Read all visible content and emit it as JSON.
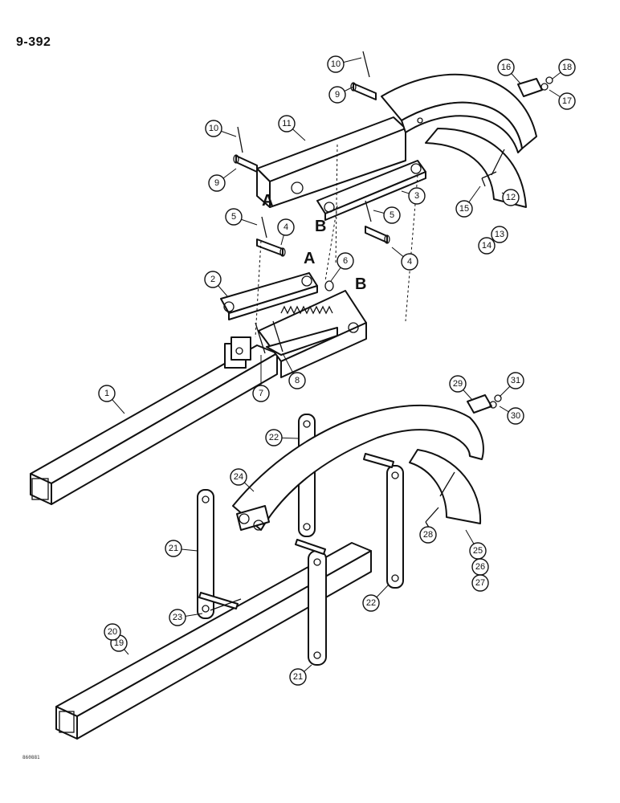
{
  "page_number": "9-392",
  "drawing_code": "860881",
  "letters": [
    "A",
    "A",
    "B",
    "B"
  ],
  "callouts": [
    {
      "id": "c1",
      "label": "1"
    },
    {
      "id": "c2",
      "label": "2"
    },
    {
      "id": "c3",
      "label": "3"
    },
    {
      "id": "c4a",
      "label": "4"
    },
    {
      "id": "c4b",
      "label": "4"
    },
    {
      "id": "c5a",
      "label": "5"
    },
    {
      "id": "c5b",
      "label": "5"
    },
    {
      "id": "c6",
      "label": "6"
    },
    {
      "id": "c7",
      "label": "7"
    },
    {
      "id": "c8",
      "label": "8"
    },
    {
      "id": "c9a",
      "label": "9"
    },
    {
      "id": "c9b",
      "label": "9"
    },
    {
      "id": "c10a",
      "label": "10"
    },
    {
      "id": "c10b",
      "label": "10"
    },
    {
      "id": "c11",
      "label": "11"
    },
    {
      "id": "c12",
      "label": "12"
    },
    {
      "id": "c13",
      "label": "13"
    },
    {
      "id": "c14",
      "label": "14"
    },
    {
      "id": "c15",
      "label": "15"
    },
    {
      "id": "c16",
      "label": "16"
    },
    {
      "id": "c17",
      "label": "17"
    },
    {
      "id": "c18",
      "label": "18"
    },
    {
      "id": "c19",
      "label": "19"
    },
    {
      "id": "c20",
      "label": "20"
    },
    {
      "id": "c21a",
      "label": "21"
    },
    {
      "id": "c21b",
      "label": "21"
    },
    {
      "id": "c22a",
      "label": "22"
    },
    {
      "id": "c22b",
      "label": "22"
    },
    {
      "id": "c23",
      "label": "23"
    },
    {
      "id": "c24",
      "label": "24"
    },
    {
      "id": "c25",
      "label": "25"
    },
    {
      "id": "c26",
      "label": "26"
    },
    {
      "id": "c27",
      "label": "27"
    },
    {
      "id": "c28",
      "label": "28"
    },
    {
      "id": "c29",
      "label": "29"
    },
    {
      "id": "c30",
      "label": "30"
    },
    {
      "id": "c31",
      "label": "31"
    }
  ]
}
